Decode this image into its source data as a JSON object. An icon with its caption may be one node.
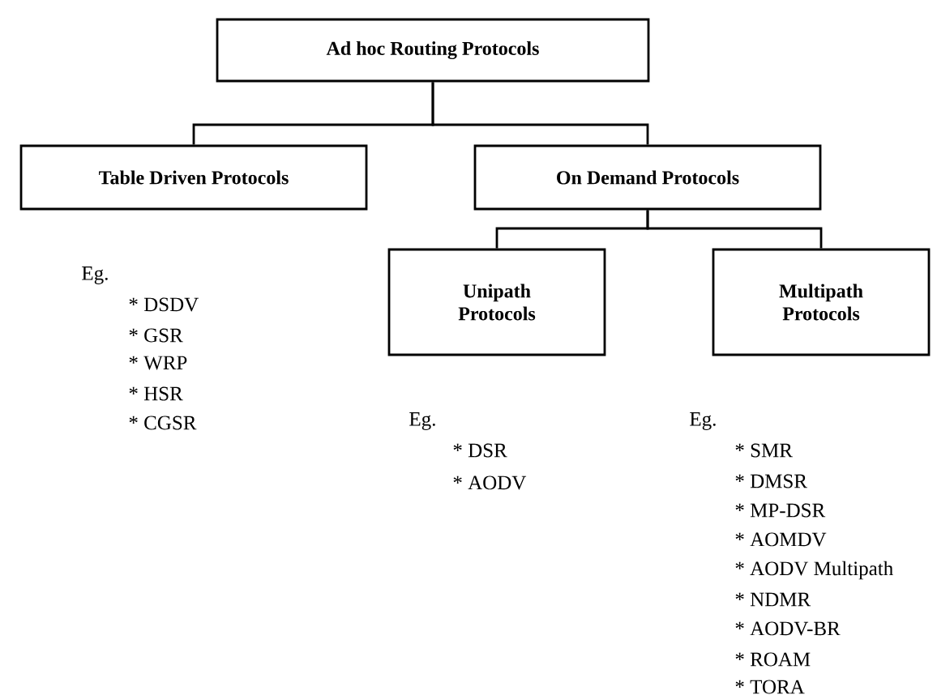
{
  "diagram": {
    "nodes": [
      {
        "text": [
          "Ad hoc Routing Protocols"
        ]
      },
      {
        "text": [
          "Table Driven Protocols"
        ]
      },
      {
        "text": [
          "On Demand Protocols"
        ]
      },
      {
        "text": [
          "Unipath Protocols"
        ]
      },
      {
        "text": [
          "Multipath Protocols"
        ]
      }
    ],
    "edges": [
      {
        "from": 0,
        "to": 1,
        "arrow": "none"
      },
      {
        "from": 0,
        "to": 2,
        "arrow": "none"
      },
      {
        "from": 2,
        "to": 3,
        "arrow": "none"
      },
      {
        "from": 2,
        "to": 4,
        "arrow": "none"
      }
    ],
    "labels": [
      "Eg.",
      "* DSDV",
      "* GSR",
      "* WRP",
      "* HSR",
      "* CGSR",
      "Eg.",
      "* DSR",
      "* AODV",
      "Eg.",
      "* SMR",
      "* DMSR",
      "* MP-DSR",
      "* AOMDV",
      "* AODV Multipath",
      "* NDMR",
      "* AODV-BR",
      "* ROAM",
      "* TORA"
    ]
  }
}
